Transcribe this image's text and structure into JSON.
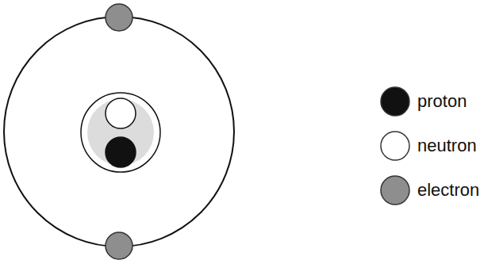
{
  "diagram": {
    "legend": [
      {
        "text": "proton",
        "color": "#111111"
      },
      {
        "text": "neutron",
        "color": "#ffffff"
      },
      {
        "text": "electron",
        "color": "#8e8e8e"
      }
    ]
  }
}
